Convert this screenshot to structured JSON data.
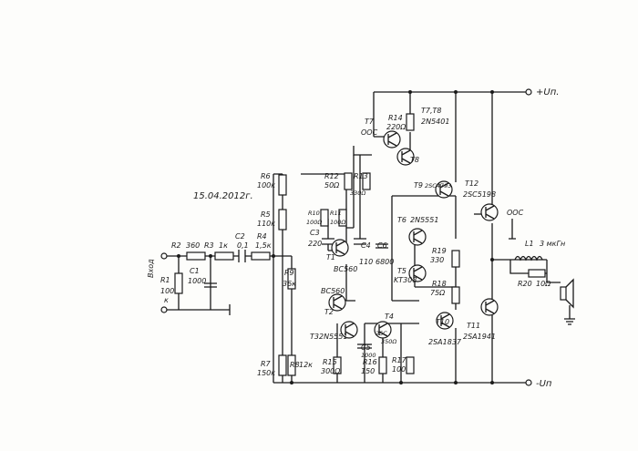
{
  "date": "15.04.2012г.",
  "rails": {
    "pos": "+Uп.",
    "neg": "-Uп"
  },
  "input": {
    "label": "Вход"
  },
  "components": {
    "r1": {
      "ref": "R1",
      "val": "100",
      "unit": "к"
    },
    "c1": {
      "ref": "C1",
      "val": "1000"
    },
    "r2": {
      "ref": "R2",
      "val": "360"
    },
    "r3": {
      "ref": "R3",
      "val": "1к"
    },
    "c2": {
      "ref": "C2",
      "val": "0,1"
    },
    "r4": {
      "ref": "R4",
      "val": "1,5к"
    },
    "r5": {
      "ref": "R5",
      "val": "110к"
    },
    "r6": {
      "ref": "R6",
      "val": "100к"
    },
    "r7": {
      "ref": "R7",
      "val": "150к"
    },
    "r8": {
      "ref": "R8",
      "val": "12к"
    },
    "r9": {
      "ref": "R9",
      "val": "36к"
    },
    "r10": {
      "ref": "R10",
      "val": "100Ω"
    },
    "r11": {
      "ref": "R11",
      "val": "100Ω"
    },
    "r12": {
      "ref": "R12",
      "val": "50Ω"
    },
    "r13": {
      "ref": "R13",
      "val": "330Ω"
    },
    "r14": {
      "ref": "R14",
      "val": "220Ω"
    },
    "r15": {
      "ref": "R15",
      "val": "300Ω"
    },
    "r16": {
      "ref": "R16",
      "val": "150"
    },
    "r17": {
      "ref": "R17",
      "val": "100"
    },
    "r18": {
      "ref": "R18",
      "val": "75Ω"
    },
    "r19": {
      "ref": "R19",
      "val": "330"
    },
    "r20": {
      "ref": "R20",
      "val": "10Ω"
    },
    "c3": {
      "ref": "C3",
      "val": "220"
    },
    "c4": {
      "ref": "C4",
      "val": "110"
    },
    "c5": {
      "ref": "C5",
      "val": "1000"
    },
    "c6": {
      "ref": "C6",
      "val": "6800"
    },
    "l1": {
      "ref": "L1",
      "val": "3 мкГн"
    },
    "t1": {
      "ref": "T1",
      "part": "BC560"
    },
    "t2": {
      "ref": "T2",
      "part": "BC560"
    },
    "t3": {
      "ref": "T3",
      "part": "2N5551"
    },
    "t4": {
      "ref": "T4",
      "part": "2SC",
      "val": "350Ω"
    },
    "t5": {
      "ref": "T5",
      "part": "KT308"
    },
    "t6": {
      "ref": "T6",
      "part": "2N5551"
    },
    "t7": {
      "ref": "T7",
      "note": "ООС"
    },
    "t78": {
      "ref": "T7,T8",
      "part": "2N5401"
    },
    "t8": {
      "ref": "T8"
    },
    "t9": {
      "ref": "T9",
      "part": "2SC4793"
    },
    "t10": {
      "ref": "T10",
      "part": "2SA1837"
    },
    "t11": {
      "ref": "T11",
      "part": "2SA1941"
    },
    "t12": {
      "ref": "T12",
      "part": "2SC5198"
    },
    "ooc_out": "ООС"
  }
}
